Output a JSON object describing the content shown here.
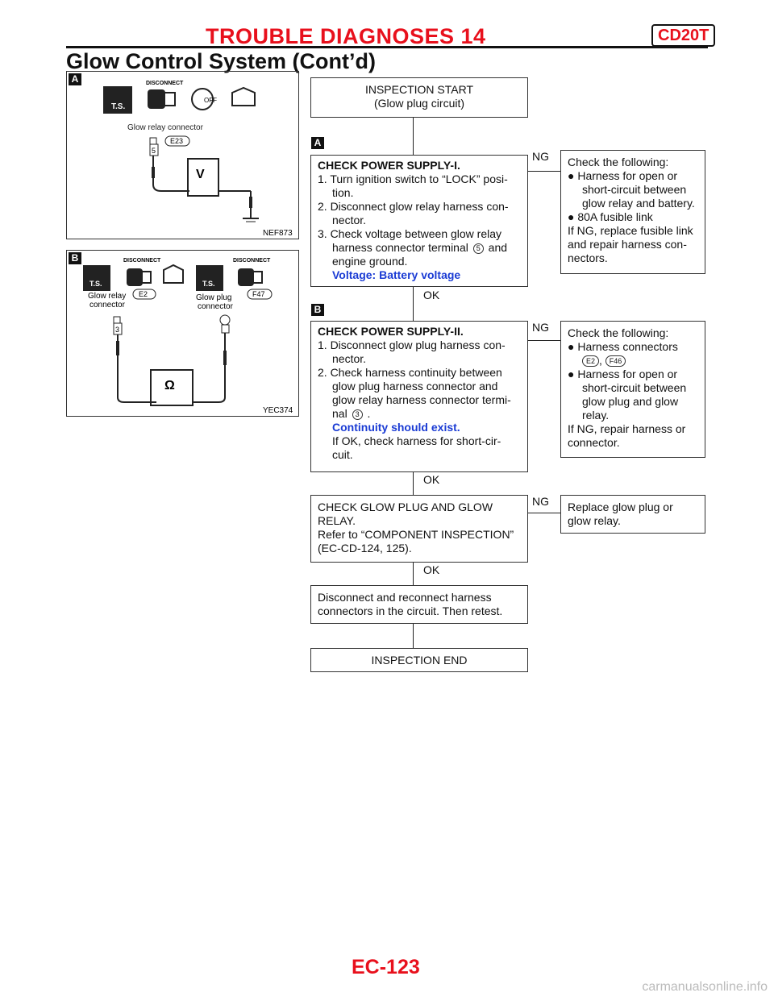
{
  "header": {
    "title": "TROUBLE DIAGNOSES 14",
    "model": "CD20T",
    "subtitle": "Glow Control System (Cont’d)"
  },
  "panel_a": {
    "marker": "A",
    "connector_caption": "Glow relay connector",
    "connector": "E23",
    "terminal": "5",
    "disconnect": "DISCONNECT",
    "ts": "T.S.",
    "off": "OFF",
    "meter": "V",
    "code": "NEF873"
  },
  "panel_b": {
    "marker": "B",
    "relay_caption_1": "Glow relay",
    "relay_caption_2": "connector",
    "plug_caption_1": "Glow plug",
    "plug_caption_2": "connector",
    "relay_connector": "E2",
    "plug_connector": "F47",
    "terminal": "3",
    "disconnect_1": "DISCONNECT",
    "disconnect_2": "DISCONNECT",
    "ts_1": "T.S.",
    "ts_2": "T.S.",
    "meter": "Ω",
    "code": "YEC374"
  },
  "flow": {
    "start_1": "INSPECTION START",
    "start_2": "(Glow plug circuit)",
    "step1": {
      "marker": "A",
      "title": "CHECK POWER SUPPLY-I.",
      "l1": "1. Turn ignition switch to “LOCK” posi-",
      "l1b": "tion.",
      "l2": "2. Disconnect glow relay harness con-",
      "l2b": "nector.",
      "l3": "3. Check voltage between glow relay",
      "l3b": "harness connector terminal",
      "l3_term": "5",
      "l3c": "and",
      "l3d": "engine ground.",
      "spec": "Voltage: Battery voltage",
      "ng": "NG",
      "ok": "OK",
      "ng_1": "Check the following:",
      "ng_2": "Harness for open or",
      "ng_3": "short-circuit between",
      "ng_4": "glow relay and battery.",
      "ng_5": "80A fusible link",
      "ng_6": "If NG, replace fusible link",
      "ng_7": "and repair harness con-",
      "ng_8": "nectors."
    },
    "step2": {
      "marker": "B",
      "title": "CHECK POWER SUPPLY-II.",
      "l1": "1. Disconnect glow plug harness con-",
      "l1b": "nector.",
      "l2": "2. Check harness continuity between",
      "l2b": "glow plug harness connector and",
      "l2c": "glow relay harness connector termi-",
      "l2d": "nal",
      "l2_term": "3",
      "spec": "Continuity should exist.",
      "l3": "If OK, check harness for short-cir-",
      "l3b": "cuit.",
      "ng": "NG",
      "ok": "OK",
      "ng_1": "Check the following:",
      "ng_2": "Harness connectors",
      "ng_conn1": "E2",
      "ng_conn2": "F46",
      "ng_3": "Harness for open or",
      "ng_4": "short-circuit between",
      "ng_5": "glow plug and glow",
      "ng_6": "relay.",
      "ng_7": "If NG, repair harness or",
      "ng_8": "connector."
    },
    "step3": {
      "l1": "CHECK GLOW PLUG AND GLOW",
      "l2": "RELAY.",
      "l3": "Refer to “COMPONENT INSPECTION”",
      "l4": "(EC-CD-124, 125).",
      "ng": "NG",
      "ok": "OK",
      "ng_1": "Replace glow plug or",
      "ng_2": "glow relay."
    },
    "step4": {
      "l1": "Disconnect and reconnect harness",
      "l2": "connectors in the circuit. Then retest."
    },
    "end": "INSPECTION END"
  },
  "footer": {
    "page": "EC-123",
    "watermark": "carmanualsonline.info"
  }
}
